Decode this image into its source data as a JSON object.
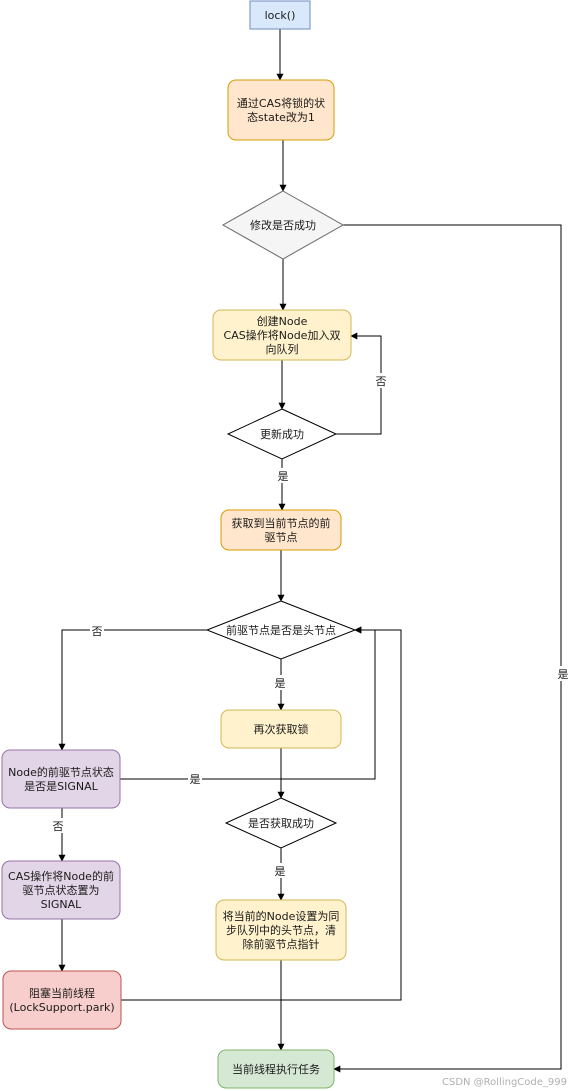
{
  "colors": {
    "line": "#000000",
    "blue_fill": "#dae8fc",
    "blue_stroke": "#6c8ebf",
    "orange_fill": "#ffe6cc",
    "orange_stroke": "#d79b00",
    "yellow_fill": "#fff2cc",
    "yellow_stroke": "#d6b656",
    "purple_fill": "#e1d5e7",
    "purple_stroke": "#9673a6",
    "red_fill": "#f8cecc",
    "red_stroke": "#b85450",
    "green_fill": "#d5e8d4",
    "green_stroke": "#82b366",
    "gray_fill": "#f5f5f5",
    "gray_stroke": "#666666",
    "white_fill": "#ffffff"
  },
  "nodes": {
    "lock": [
      "lock()"
    ],
    "cas_state": [
      "通过CAS将锁的状",
      "态state改为1"
    ],
    "modify_success": [
      "修改是否成功"
    ],
    "create_node": [
      "创建Node",
      "CAS操作将Node加入双",
      "向队列"
    ],
    "update_success": [
      "更新成功"
    ],
    "get_prev": [
      "获取到当前节点的前",
      "驱节点"
    ],
    "prev_is_head": [
      "前驱节点是否是头节点"
    ],
    "retry_lock": [
      "再次获取锁"
    ],
    "acquire_success": [
      "是否获取成功"
    ],
    "set_head": [
      "将当前的Node设置为同",
      "步队列中的头节点，清",
      "除前驱节点指针"
    ],
    "prev_signal": [
      "Node的前驱节点状态",
      "是否是SIGNAL"
    ],
    "cas_signal": [
      "CAS操作将Node的前",
      "驱节点状态置为",
      "SIGNAL"
    ],
    "block": [
      "阻塞当前线程",
      "(LockSupport.park)"
    ],
    "execute": [
      "当前线程执行任务"
    ]
  },
  "edge_labels": {
    "modify_yes": "是",
    "update_no": "否",
    "update_yes": "是",
    "head_no": "否",
    "head_yes": "是",
    "signal_yes": "是",
    "signal_no": "否",
    "acquire_yes": "是"
  },
  "watermark": "CSDN @RollingCode_999"
}
